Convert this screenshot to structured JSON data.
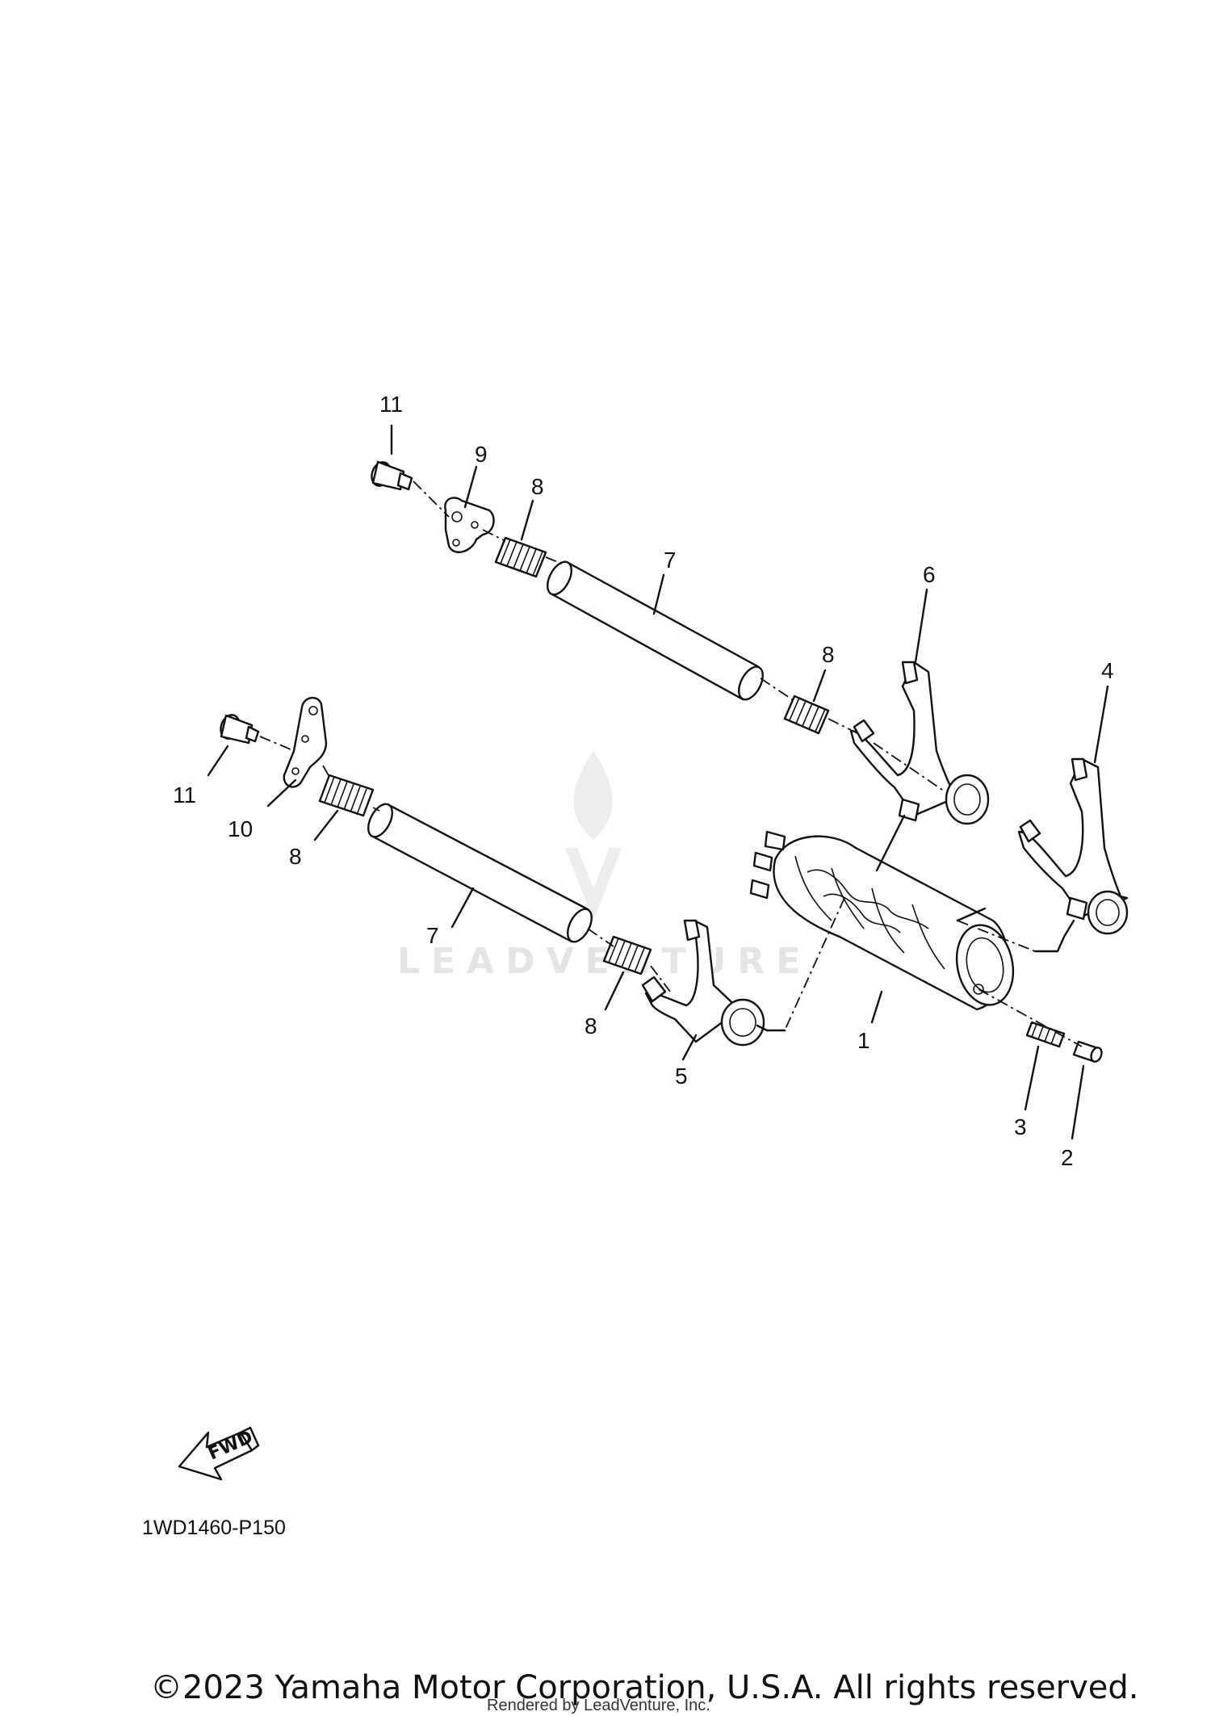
{
  "diagram": {
    "callouts": [
      {
        "id": "c11a",
        "label": "11"
      },
      {
        "id": "c9",
        "label": "9"
      },
      {
        "id": "c8a",
        "label": "8"
      },
      {
        "id": "c7a",
        "label": "7"
      },
      {
        "id": "c6",
        "label": "6"
      },
      {
        "id": "c8b",
        "label": "8"
      },
      {
        "id": "c4",
        "label": "4"
      },
      {
        "id": "c11b",
        "label": "11"
      },
      {
        "id": "c10",
        "label": "10"
      },
      {
        "id": "c8c",
        "label": "8"
      },
      {
        "id": "c7b",
        "label": "7"
      },
      {
        "id": "c8d",
        "label": "8"
      },
      {
        "id": "c5",
        "label": "5"
      },
      {
        "id": "c1",
        "label": "1"
      },
      {
        "id": "c3",
        "label": "3"
      },
      {
        "id": "c2",
        "label": "2"
      }
    ],
    "fwd_label": "FWD",
    "diagram_code": "1WD1460-P150",
    "copyright": "©2023 Yamaha Motor Corporation, U.S.A. All rights reserved.",
    "rendered_by": "Rendered by LeadVenture, Inc.",
    "watermark": "LEADVENTURE"
  }
}
